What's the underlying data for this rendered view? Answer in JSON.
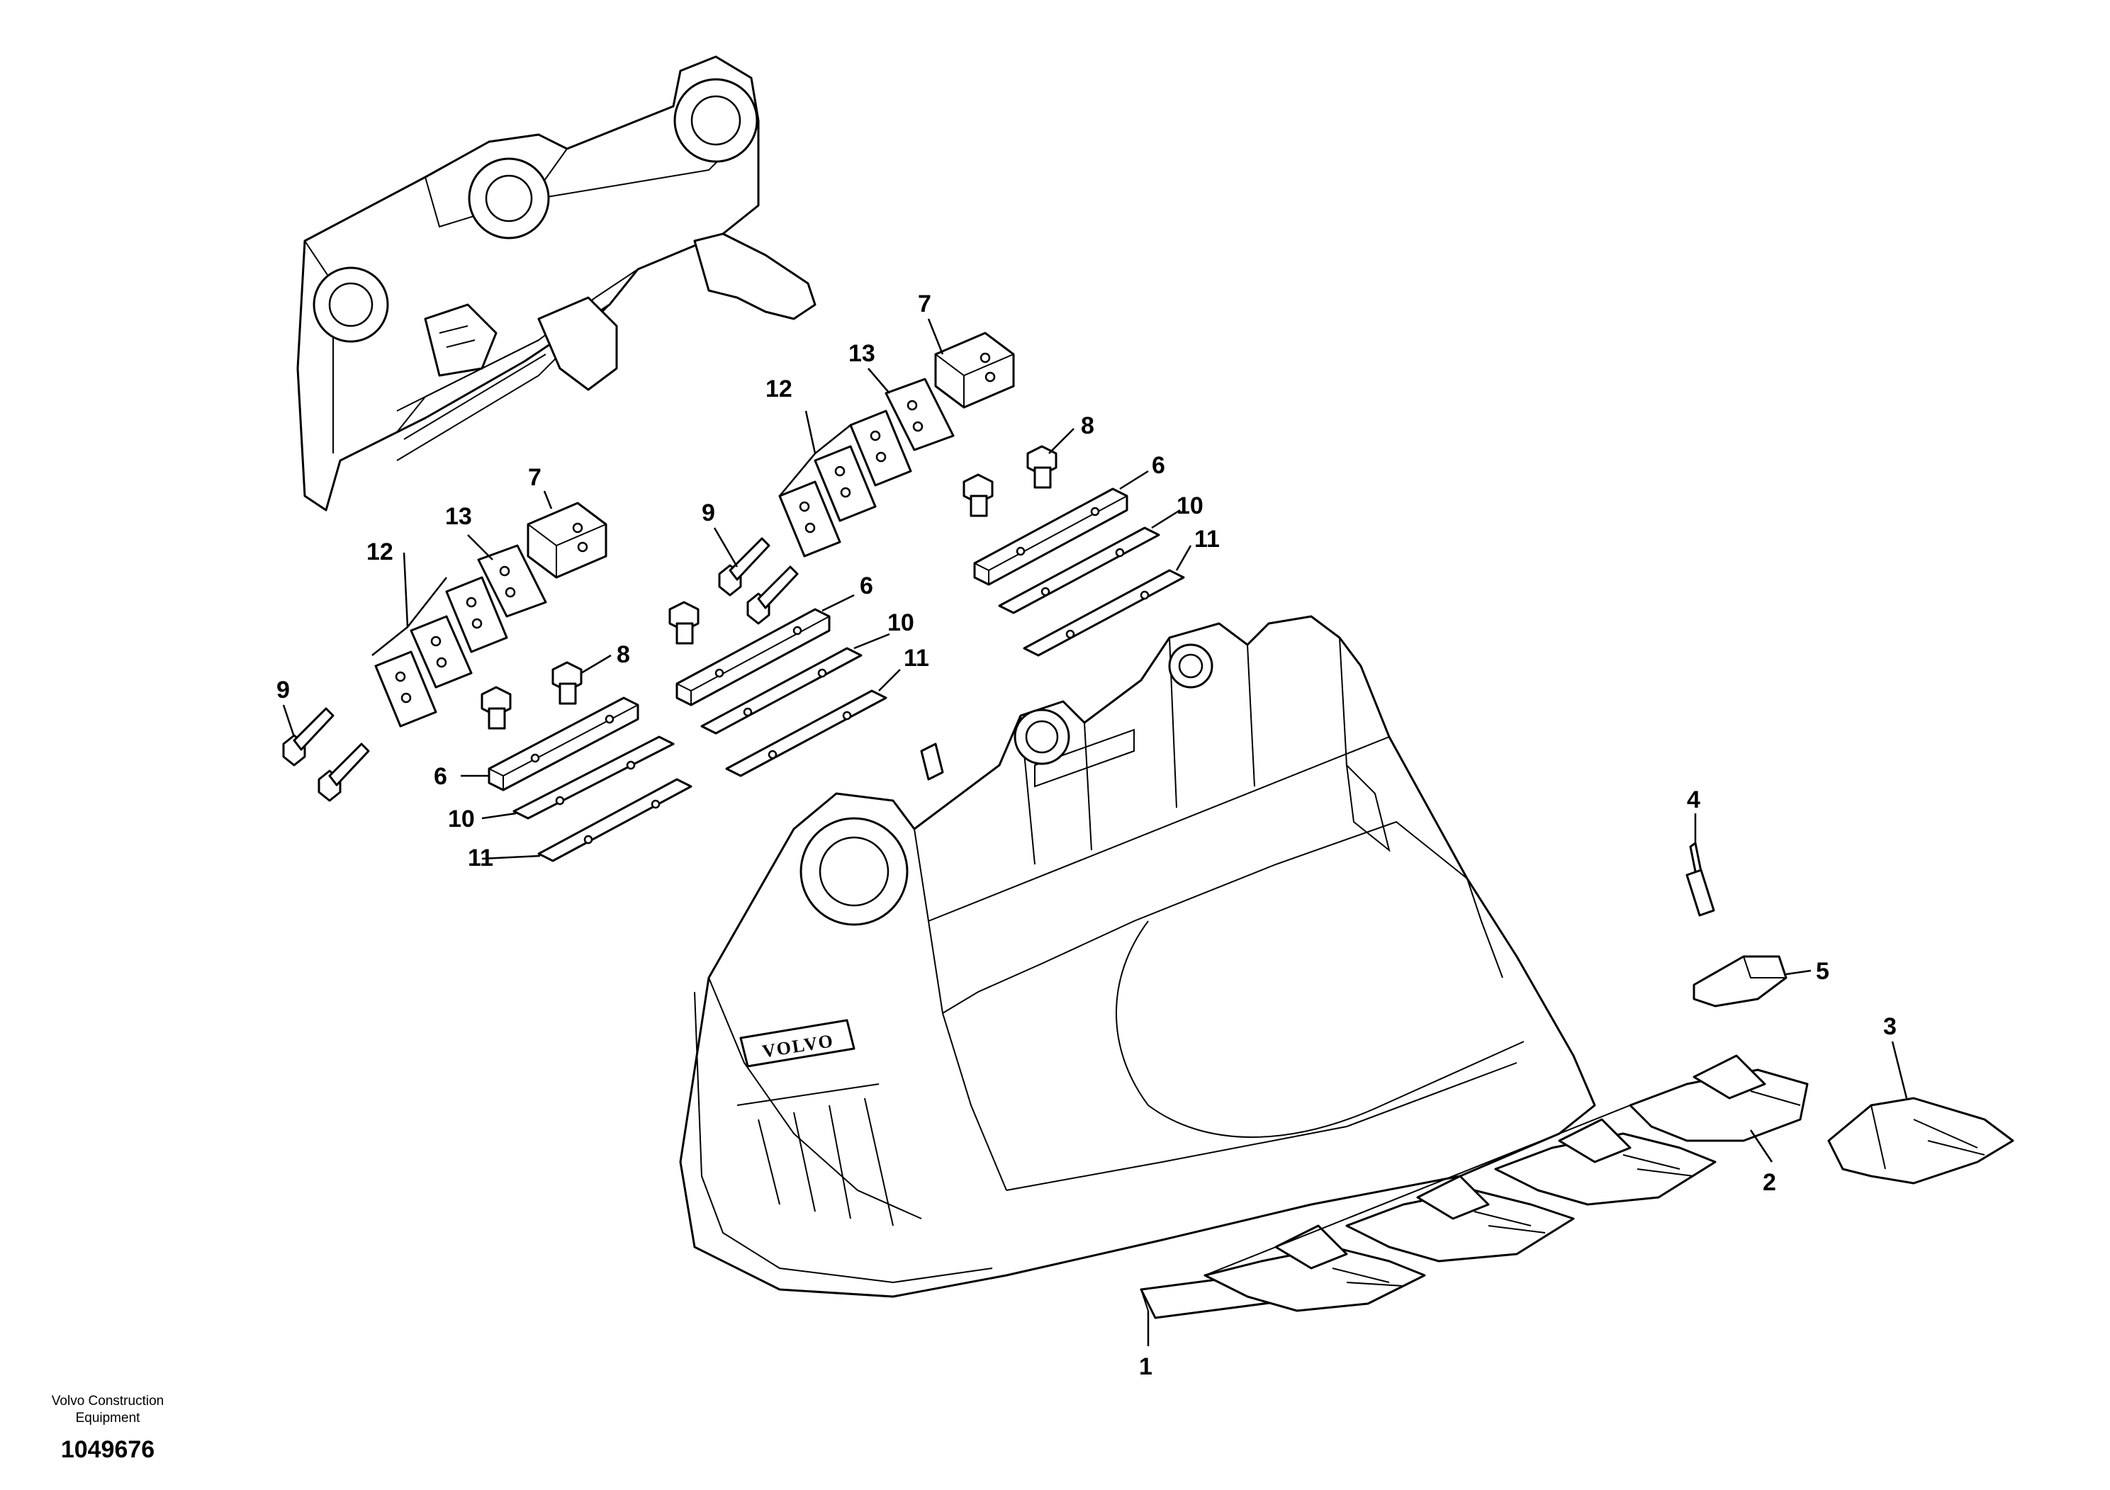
{
  "callouts": {
    "c1": "1",
    "c2": "2",
    "c3": "3",
    "c4": "4",
    "c5": "5",
    "c6": "6",
    "c7": "7",
    "c8": "8",
    "c9": "9",
    "c10": "10",
    "c11": "11",
    "c12": "12",
    "c13": "13"
  },
  "logo": "VOLVO",
  "caption": {
    "line1": "Volvo Construction",
    "line2": "Equipment",
    "number": "1049676"
  }
}
